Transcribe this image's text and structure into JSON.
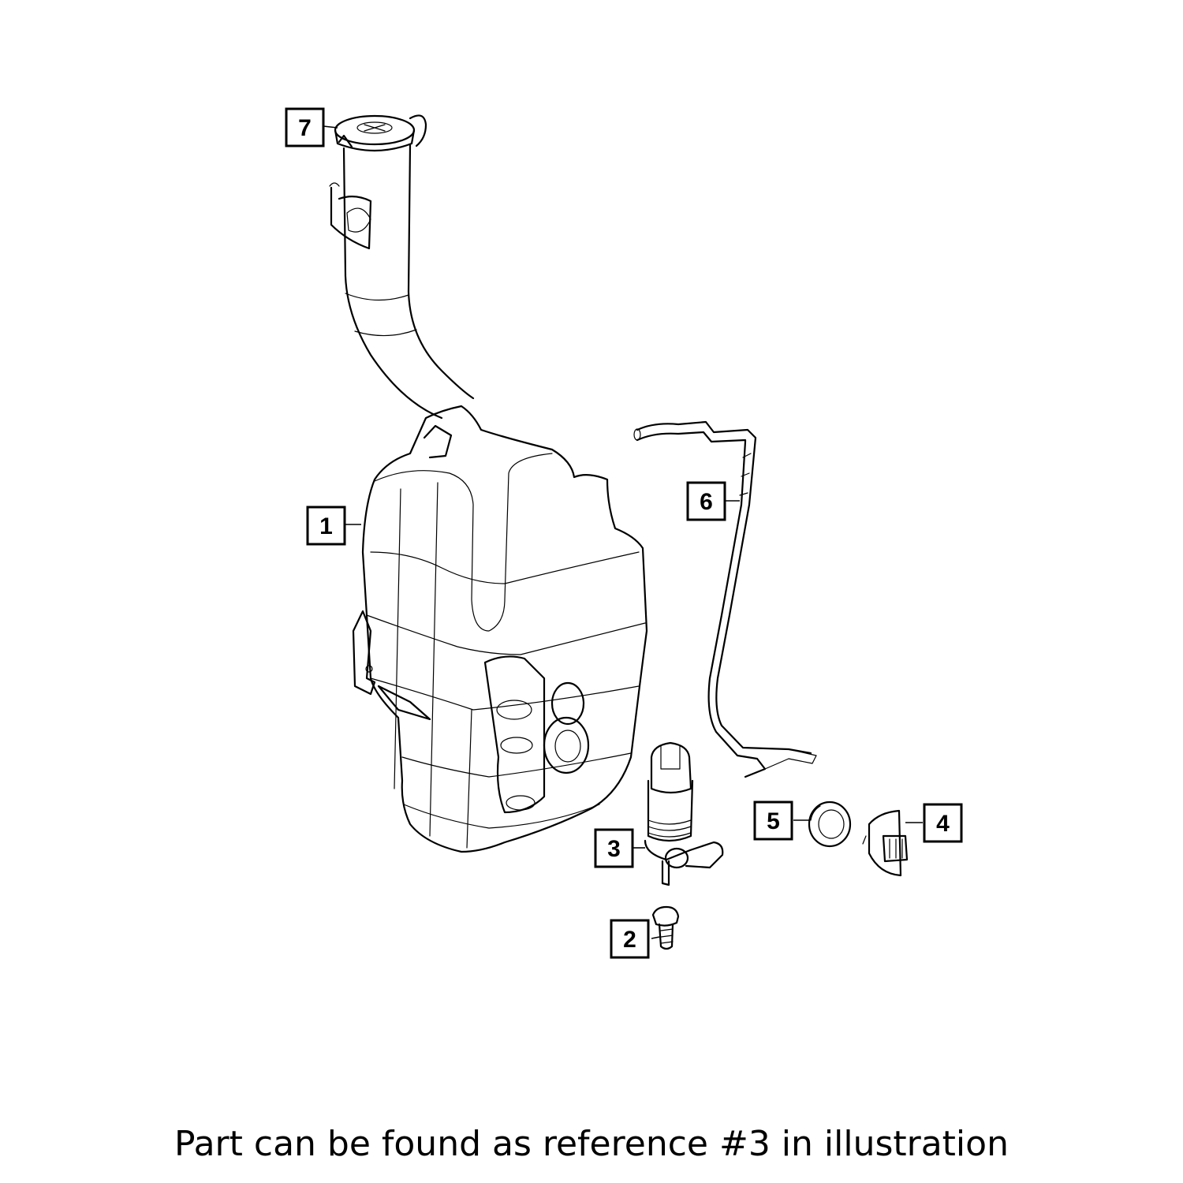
{
  "callouts": [
    "7",
    "1",
    "6",
    "3",
    "5",
    "4",
    "2"
  ],
  "caption": "Part can be found as reference #3 in illustration",
  "colors": {
    "line": "#000000",
    "background": "#ffffff"
  }
}
